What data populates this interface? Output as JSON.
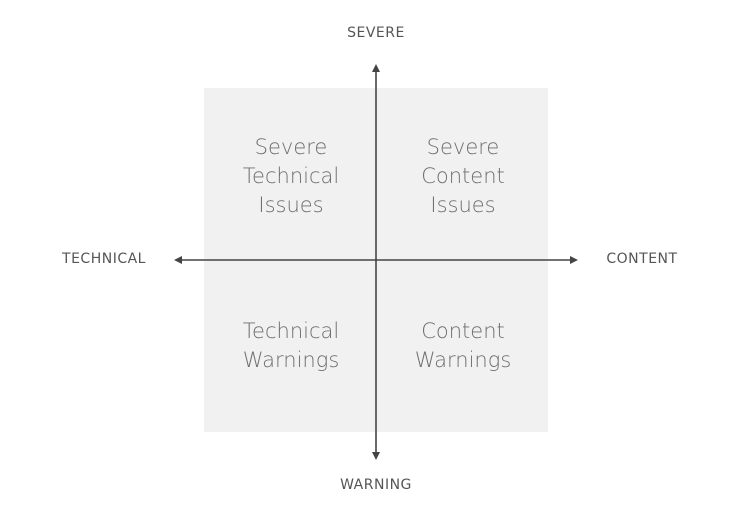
{
  "axes": {
    "top": "SEVERE",
    "bottom": "WARNING",
    "left": "TECHNICAL",
    "right": "CONTENT"
  },
  "quadrants": {
    "top_left": "Severe\nTechnical\nIssues",
    "top_right": "Severe\nContent\nIssues",
    "bottom_left": "Technical\nWarnings",
    "bottom_right": "Content\nWarnings"
  },
  "colors": {
    "panel": "#f1f1f1",
    "axis": "#444444",
    "text": "#555555"
  }
}
